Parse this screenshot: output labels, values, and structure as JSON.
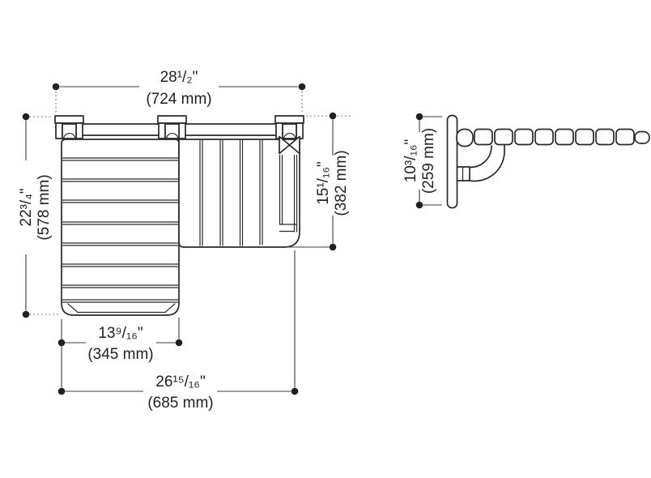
{
  "colors": {
    "line": "#2b2728",
    "background": "#ffffff",
    "dot": "#231f20"
  },
  "plan_view": {
    "dimensions": {
      "overall_width": {
        "in": "28¹/₂\"",
        "mm": "(724 mm)"
      },
      "overall_depth": {
        "in": "22³/₄\"",
        "mm": "(578 mm)"
      },
      "right_section_depth": {
        "in": "15¹/₁₆\"",
        "mm": "(382 mm)"
      },
      "left_section_width": {
        "in": "13⁹/₁₆\"",
        "mm": "(345 mm)"
      },
      "seat_overall_width": {
        "in": "26¹⁵/₁₆\"",
        "mm": "(685 mm)"
      }
    }
  },
  "side_view": {
    "dimensions": {
      "plate_height": {
        "in": "10³/₁₆\"",
        "mm": "(259 mm)"
      }
    }
  }
}
